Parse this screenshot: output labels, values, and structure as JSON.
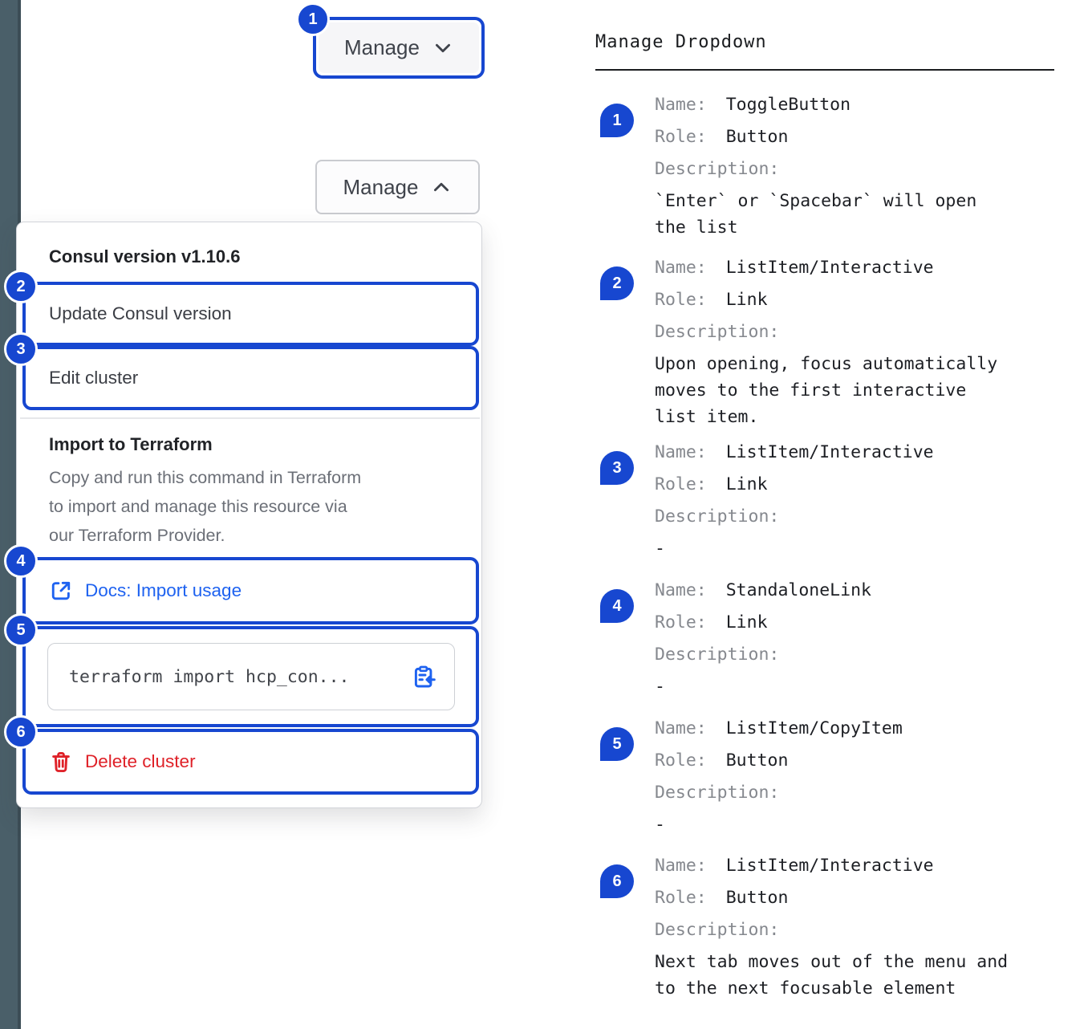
{
  "colors": {
    "focus_blue": "#1747d0",
    "badge_blue": "#1747d0",
    "link_blue": "#1e62f0",
    "danger_red": "#df2128",
    "rail": "#4a5f69"
  },
  "left": {
    "badge_1": "1",
    "badge_2": "2",
    "badge_3": "3",
    "badge_4": "4",
    "badge_5": "5",
    "badge_6": "6",
    "toggle_button_label": "Manage",
    "open_button_label": "Manage",
    "dropdown": {
      "version_title": "Consul version v1.10.6",
      "update_item": "Update Consul version",
      "edit_item": "Edit cluster",
      "import_title": "Import to Terraform",
      "import_description_lines": [
        "Copy and run this command in Terraform",
        "to import and manage this resource via",
        "our Terraform Provider."
      ],
      "docs_link_label": "Docs: Import usage",
      "code_snippet": "terraform import hcp_con...",
      "delete_item": "Delete cluster"
    }
  },
  "spec": {
    "heading": "Manage Dropdown",
    "name_label": "Name:",
    "role_label": "Role:",
    "description_label": "Description:",
    "items": [
      {
        "num": "1",
        "name": "ToggleButton",
        "role": "Button",
        "desc": [
          "`Enter` or `Spacebar` will open",
          "the list"
        ]
      },
      {
        "num": "2",
        "name": "ListItem/Interactive",
        "role": "Link",
        "desc": [
          "Upon opening, focus automatically",
          "moves to the first interactive",
          "list item."
        ]
      },
      {
        "num": "3",
        "name": "ListItem/Interactive",
        "role": "Link",
        "desc": [
          "-"
        ]
      },
      {
        "num": "4",
        "name": "StandaloneLink",
        "role": "Link",
        "desc": [
          "-"
        ]
      },
      {
        "num": "5",
        "name": "ListItem/CopyItem",
        "role": "Button",
        "desc": [
          "-"
        ]
      },
      {
        "num": "6",
        "name": "ListItem/Interactive",
        "role": "Button",
        "desc": [
          "Next tab moves out of the menu and",
          "to the next focusable element"
        ]
      }
    ]
  }
}
